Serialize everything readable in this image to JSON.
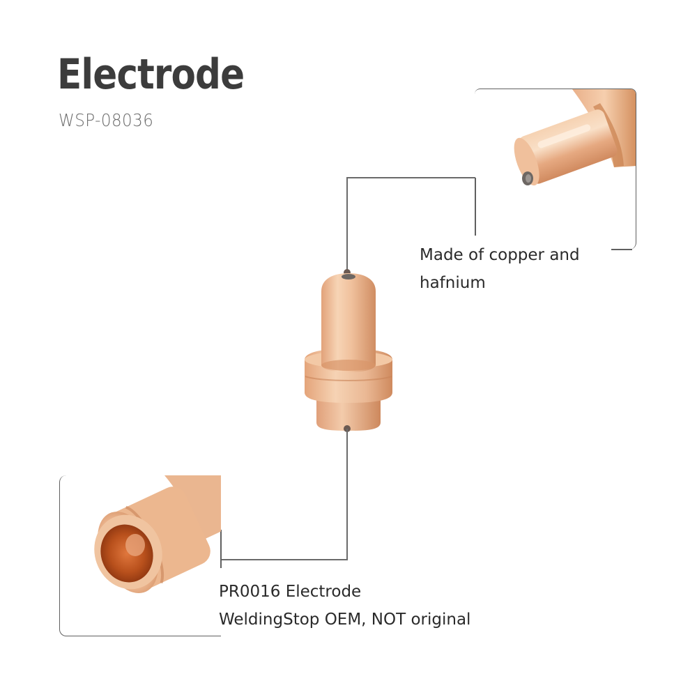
{
  "header": {
    "title": "Electrode",
    "sku": "WSP-08036"
  },
  "callouts": {
    "top": {
      "line1": "Made of copper and",
      "line2": "hafnium",
      "image": "electrode-tip-closeup"
    },
    "bottom": {
      "line1": "PR0016 Electrode",
      "line2": "WeldingStop OEM, NOT original",
      "image": "electrode-base-closeup"
    }
  },
  "product": {
    "image": "copper-electrode",
    "material_colors": {
      "copper_light": "#f4c9a4",
      "copper_mid": "#e2a27a",
      "copper_dark": "#c77a4e",
      "hafnium_insert": "#6d6763",
      "inner_bore": "#b8501c"
    }
  },
  "style": {
    "title_color": "#3c3c3c",
    "subtitle_color": "#6b6b6b",
    "line_color": "#6a6a6a",
    "text_color": "#2a2a2a"
  }
}
